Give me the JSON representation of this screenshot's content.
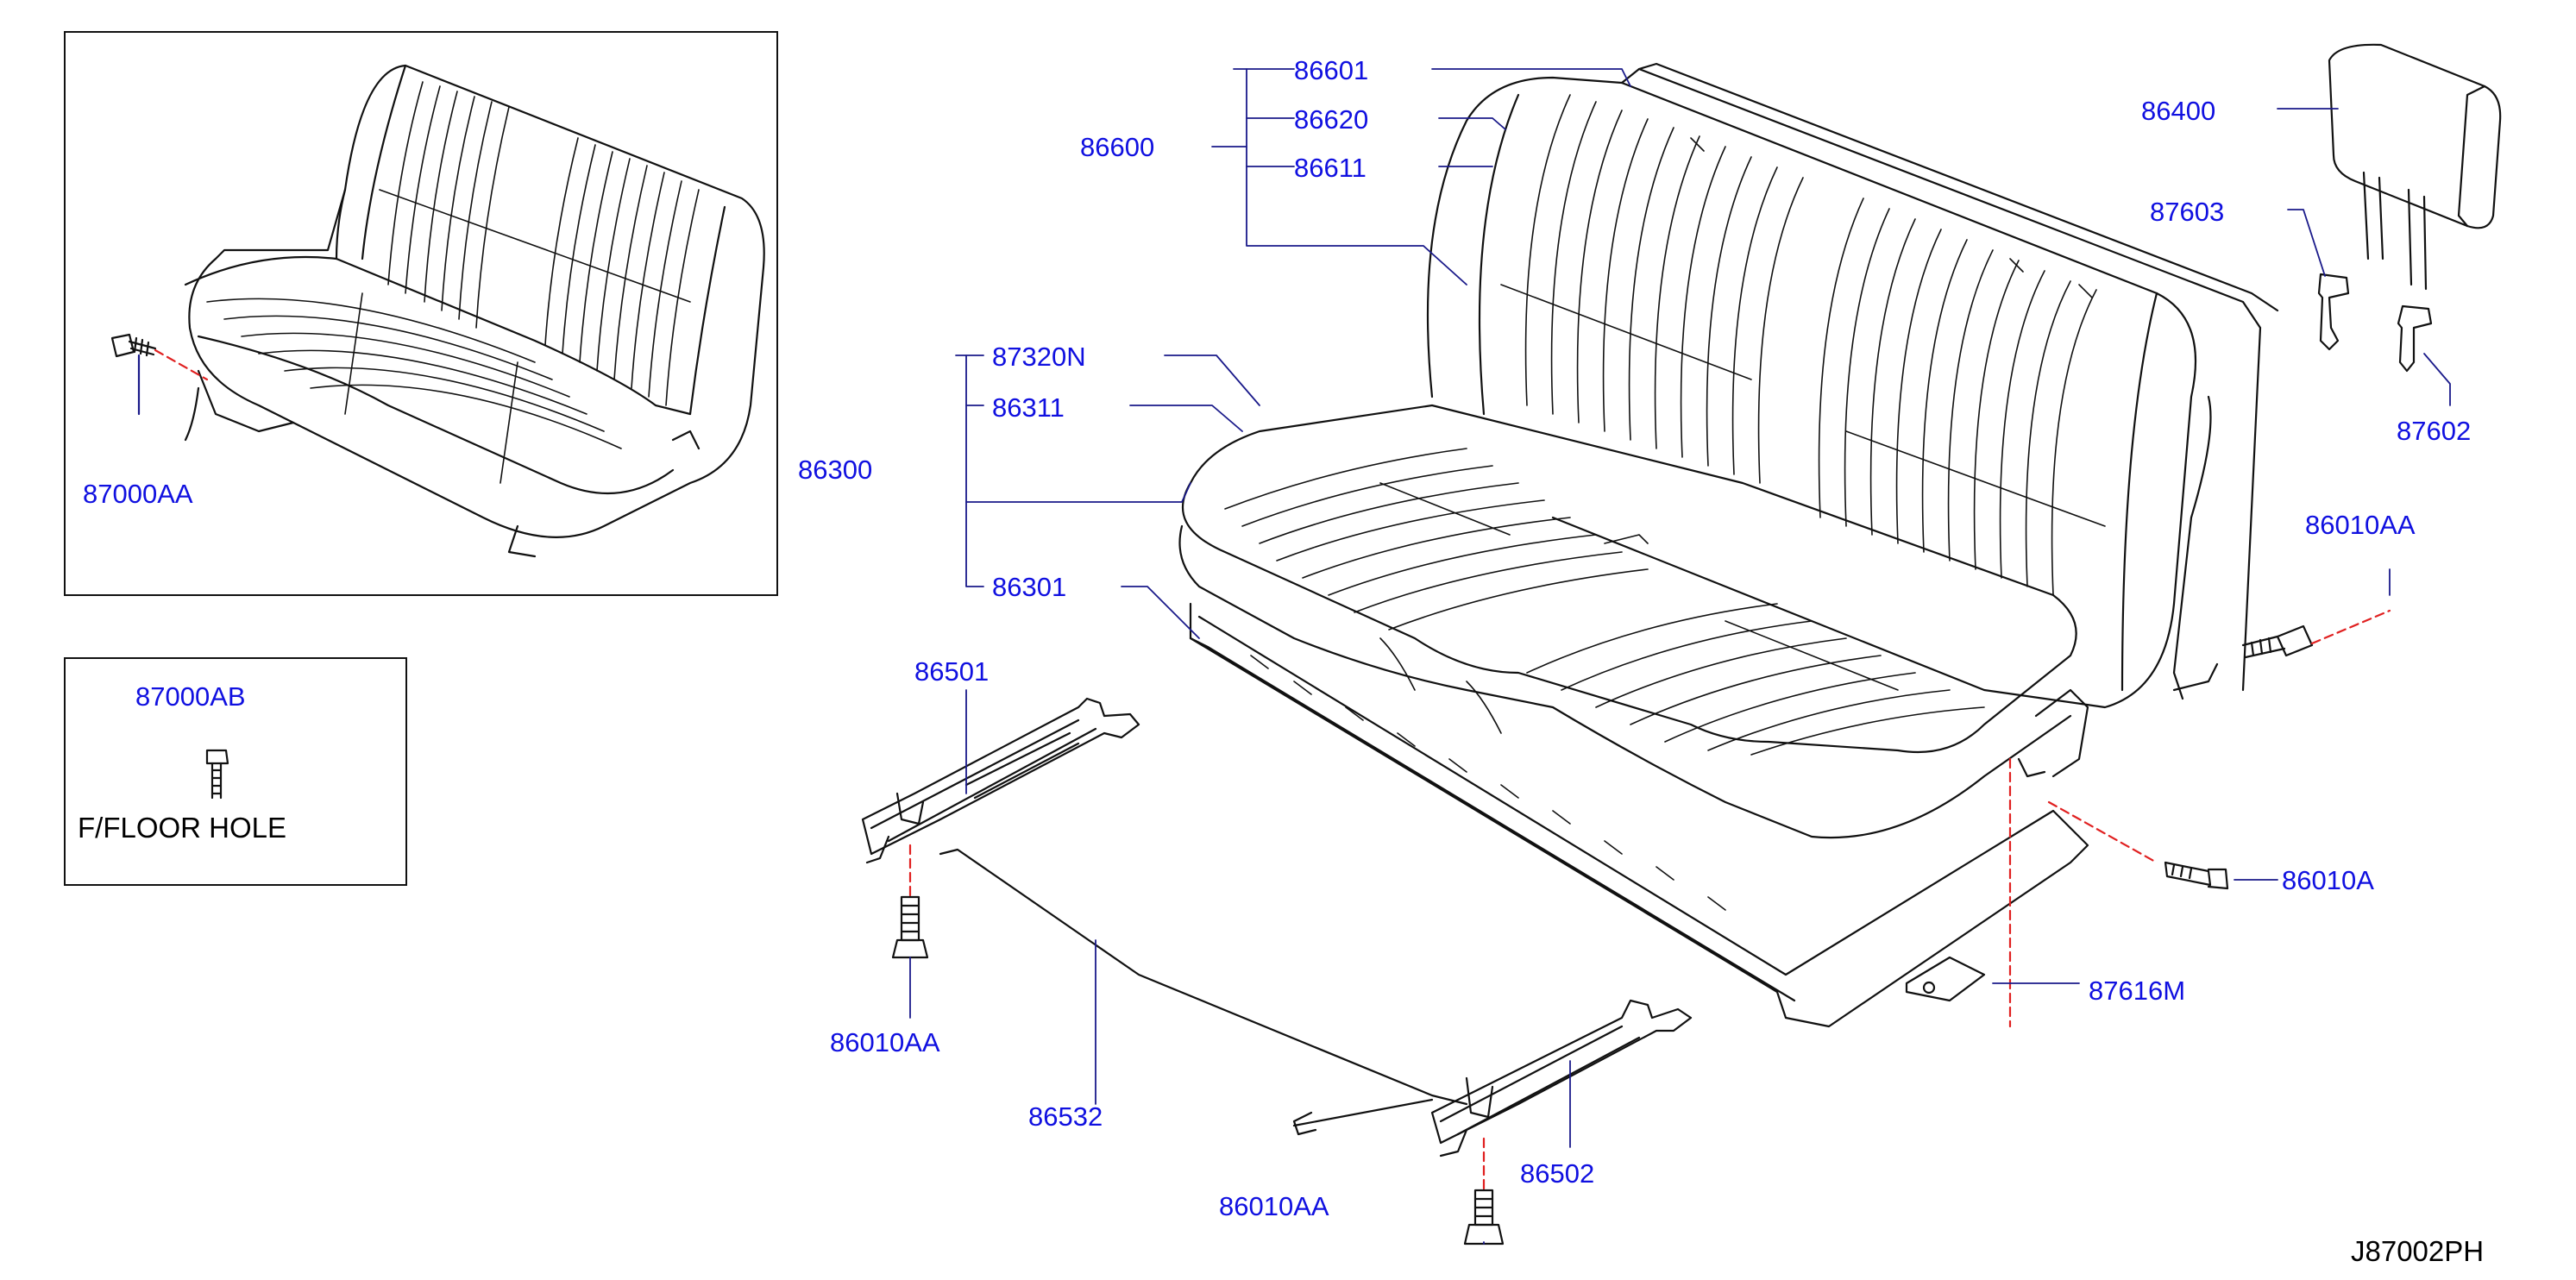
{
  "parts": {
    "p86601": "86601",
    "p86620": "86620",
    "p86600": "86600",
    "p86611": "86611",
    "p86400": "86400",
    "p87603": "87603",
    "p87602": "87602",
    "p87320N": "87320N",
    "p86311": "86311",
    "p86300": "86300",
    "p86301": "86301",
    "p86010AA_r": "86010AA",
    "p86501": "86501",
    "p86010A": "86010A",
    "p86010AA_l": "86010AA",
    "p87616M": "87616M",
    "p86532": "86532",
    "p86502": "86502",
    "p86010AA_b": "86010AA",
    "p87000AA": "87000AA",
    "p87000AB": "87000AB"
  },
  "note": "F/FLOOR  HOLE",
  "figure_code": "J87002PH",
  "colors": {
    "label": "#1010e0",
    "leader_dash": "#e02020",
    "line": "#111111"
  }
}
